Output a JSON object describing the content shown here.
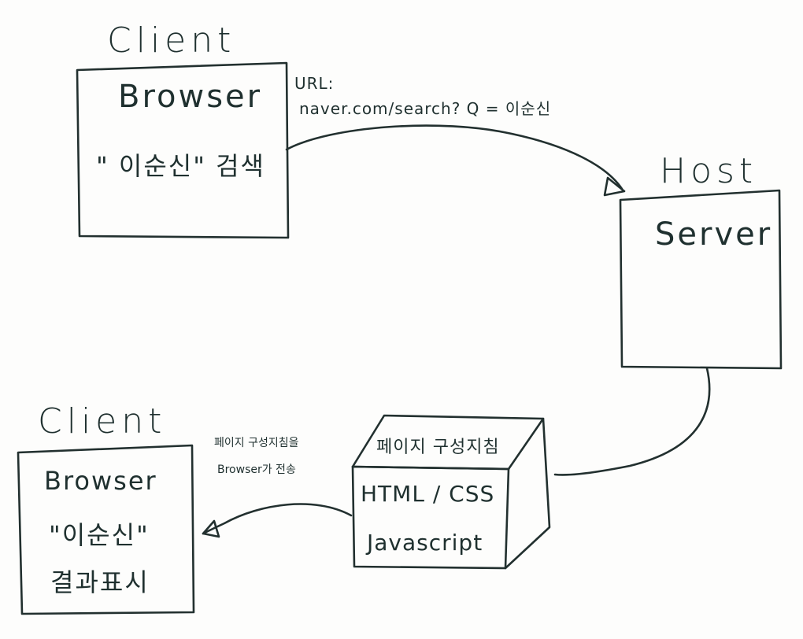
{
  "top_client": {
    "label": "Client",
    "browser": "Browser",
    "action": "\" 이순신\" 검색"
  },
  "url_note": {
    "line1": "URL:",
    "line2": "naver.com/search? Q = 이순신"
  },
  "host": {
    "label": "Host",
    "server": "Server"
  },
  "page_box": {
    "top_label": "페이지 구성지침",
    "line1": "HTML / CSS",
    "line2": "Javascript"
  },
  "transfer_note": {
    "line1": "페이지 구성지침을",
    "line2": "Browser가 전송"
  },
  "bottom_client": {
    "label": "Client",
    "browser": "Browser",
    "query": "\"이순신\"",
    "result": "결과표시"
  }
}
